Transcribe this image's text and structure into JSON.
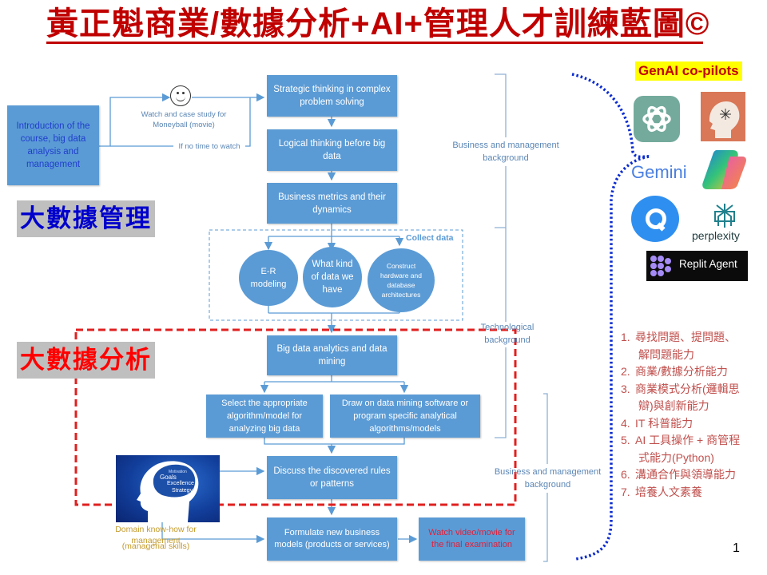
{
  "title": "黃正魁商業/數據分析+AI+管理人才訓練藍圖©",
  "section_labels": {
    "management": "大數據管理",
    "analysis": "大數據分析"
  },
  "colors": {
    "box": "#5b9bd5",
    "title": "#c00000",
    "management_label": "#0000cc",
    "analysis_label": "#ff0000",
    "dashed_frame": "#e02020",
    "dotted_arc": "#0a2bd0",
    "domain_text": "#c49a2c",
    "watch_text": "#e0203a",
    "skills_text": "#c0504d"
  },
  "flow": {
    "intro": "Introduction of the course, big data analysis and management",
    "watch_label": "Watch and case study for Moneyball (movie)",
    "no_time_label": "If no time to watch",
    "smiley_icon": "☺",
    "strategic": "Strategic thinking in complex problem solving",
    "logical": "Logical thinking before big data",
    "metrics": "Business metrics and their dynamics",
    "collect_label": "Collect data",
    "er": "E-R modeling",
    "what_kind": "What kind of data we have",
    "construct": "Construct hardware and database architectures",
    "analytics": "Big data analytics and data mining",
    "select_alg": "Select the appropriate algorithm/model for analyzing big data",
    "draw_on": "Draw on data mining software or program specific analytical algorithms/models",
    "discuss": "Discuss the discovered rules or patterns",
    "formulate": "Formulate new business models (products or services)",
    "watch_final": "Watch video/movie for the final examination",
    "domain_line1": "Domain know-how for management",
    "domain_line2": "(managerial skills)"
  },
  "brackets": {
    "business_top": "Business and management background",
    "technological": "Technological background",
    "business_bottom": "Business and management background"
  },
  "genai": {
    "title": "GenAI co-pilots",
    "tools": [
      "ChatGPT",
      "Claude",
      "Gemini",
      "Copilot",
      "Felo",
      "perplexity",
      "Replit Agent"
    ],
    "gemini_label": "Gemini",
    "perplexity_label": "perplexity",
    "replit_label": "Replit Agent"
  },
  "skills": [
    {
      "num": "1.",
      "text": "尋找問題、提問題、",
      "cont": "解問題能力"
    },
    {
      "num": "2.",
      "text": "商業/數據分析能力",
      "cont": ""
    },
    {
      "num": "3.",
      "text": "商業模式分析(邏輯思",
      "cont": "辯)與創新能力"
    },
    {
      "num": "4.",
      "text": "IT 科普能力",
      "cont": ""
    },
    {
      "num": "5.",
      "text": "AI  工具操作 + 商管程",
      "cont": "式能力(Python)"
    },
    {
      "num": "6.",
      "text": "溝通合作與領導能力",
      "cont": ""
    },
    {
      "num": "7.",
      "text": "培養人文素養",
      "cont": ""
    }
  ],
  "brain_image": {
    "words": [
      "Goals",
      "Excellence",
      "Strategy",
      "Motivation"
    ]
  },
  "page_number": "1"
}
